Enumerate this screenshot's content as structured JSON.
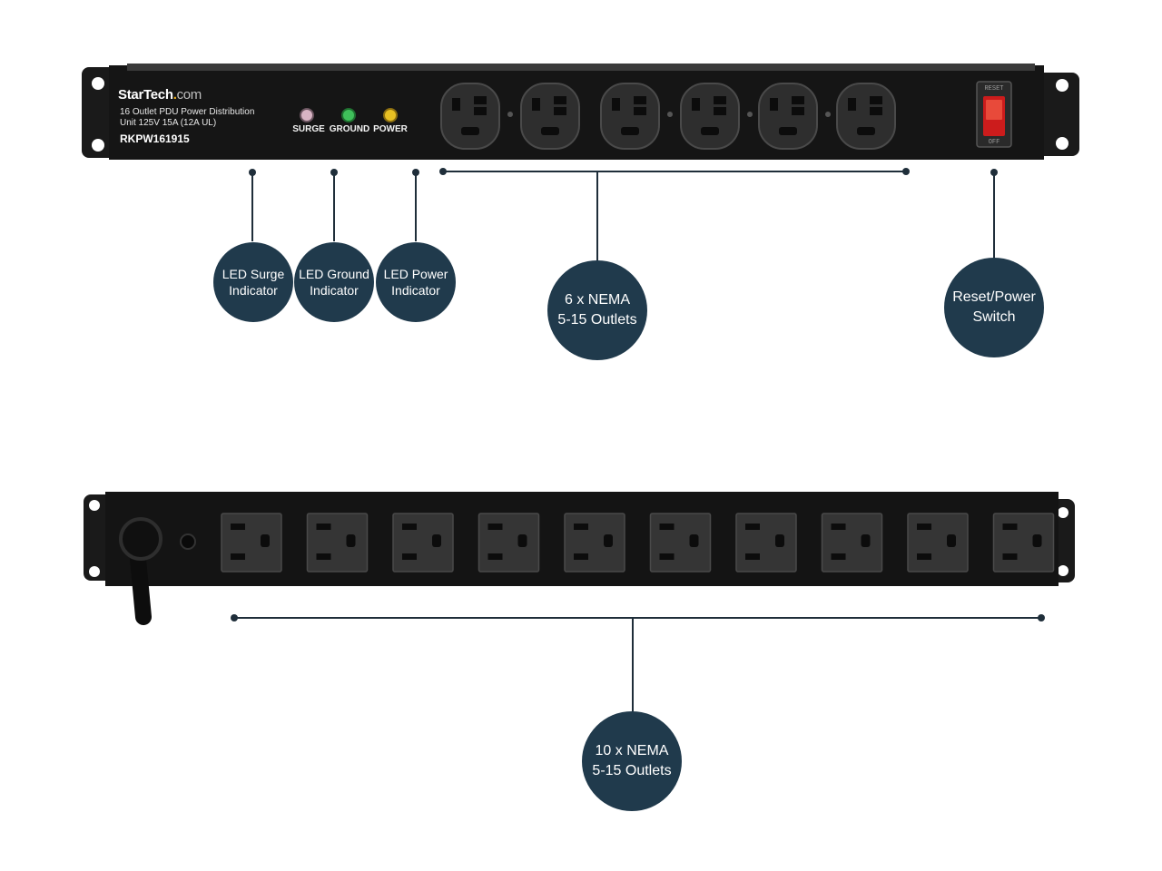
{
  "front_panel": {
    "brand_name": "StarTech",
    "brand_dot": ".",
    "brand_suffix": "com",
    "description_line1": "16 Outlet PDU Power Distribution",
    "description_line2": "Unit 125V 15A (12A UL)",
    "model": "RKPW161915",
    "led_labels": [
      "SURGE",
      "GROUND",
      "POWER"
    ],
    "switch_top_label": "RESET",
    "switch_bottom_label": "OFF"
  },
  "colors": {
    "callout_fill": "#203a4c",
    "panel_black": "#141414",
    "led_surge": "#d8b4c4",
    "led_ground": "#3fbf5a",
    "led_power": "#e8c023",
    "switch_red": "#cc1c1c"
  },
  "callouts": {
    "led_surge": "LED Surge\nIndicator",
    "led_ground": "LED Ground\nIndicator",
    "led_power": "LED Power\nIndicator",
    "front_outlets": "6 x NEMA\n5-15 Outlets",
    "reset_switch": "Reset/Power\nSwitch",
    "rear_outlets": "10 x NEMA\n5-15 Outlets"
  }
}
